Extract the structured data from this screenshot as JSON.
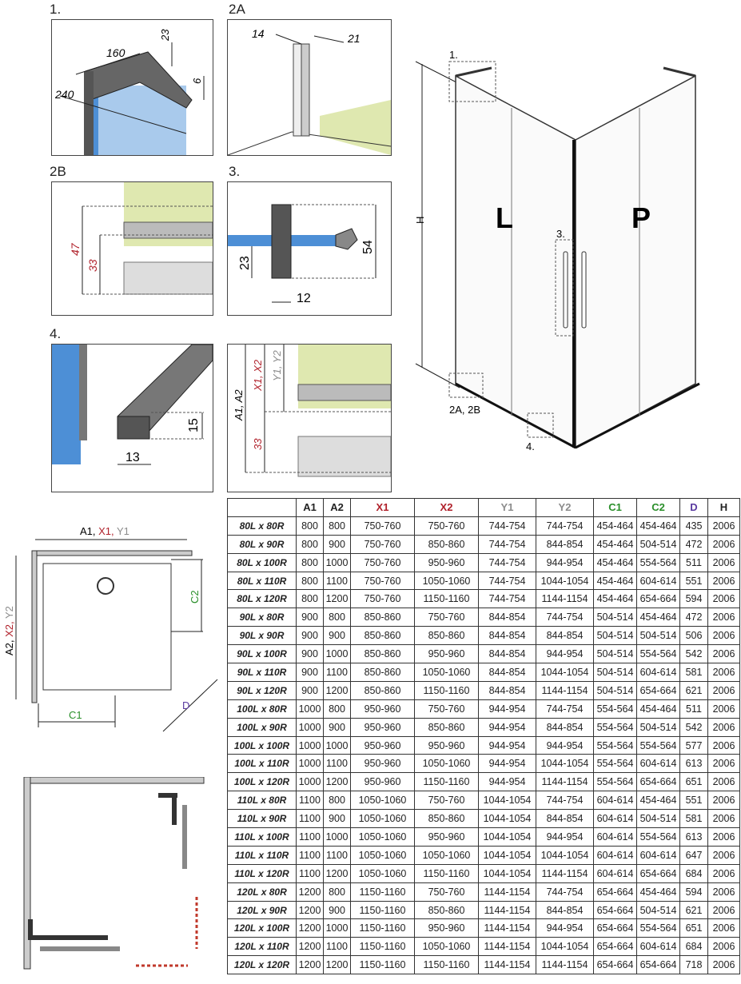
{
  "details": {
    "d1": {
      "label": "1.",
      "dims": [
        "160",
        "23",
        "240",
        "6"
      ]
    },
    "d2a": {
      "label": "2A",
      "dims": [
        "14",
        "21"
      ]
    },
    "d2b": {
      "label": "2B",
      "dims": [
        "47",
        "33"
      ]
    },
    "d3": {
      "label": "3.",
      "dims": [
        "54",
        "23",
        "12"
      ]
    },
    "d4": {
      "label": "4.",
      "dims": [
        "15",
        "13"
      ]
    },
    "d5": {
      "dims": [
        "A1, A2",
        "X1, X2",
        "Y1, Y2",
        "33"
      ]
    }
  },
  "main": {
    "left_panel": "L",
    "right_panel": "P",
    "height_label": "H",
    "callouts": [
      "1.",
      "2A, 2B",
      "3.",
      "4."
    ]
  },
  "plan": {
    "top": [
      "A1, ",
      "X1, ",
      "Y1"
    ],
    "side": [
      "A2, ",
      "X2, ",
      "Y2"
    ],
    "c1": "C1",
    "c2": "C2",
    "d": "D"
  },
  "table": {
    "headers": [
      "",
      "A1",
      "A2",
      "X1",
      "X2",
      "Y1",
      "Y2",
      "C1",
      "C2",
      "D",
      "H"
    ],
    "rows": [
      [
        "80L x 80R",
        "800",
        "800",
        "750-760",
        "750-760",
        "744-754",
        "744-754",
        "454-464",
        "454-464",
        "435",
        "2006"
      ],
      [
        "80L x 90R",
        "800",
        "900",
        "750-760",
        "850-860",
        "744-754",
        "844-854",
        "454-464",
        "504-514",
        "472",
        "2006"
      ],
      [
        "80L x 100R",
        "800",
        "1000",
        "750-760",
        "950-960",
        "744-754",
        "944-954",
        "454-464",
        "554-564",
        "511",
        "2006"
      ],
      [
        "80L x 110R",
        "800",
        "1100",
        "750-760",
        "1050-1060",
        "744-754",
        "1044-1054",
        "454-464",
        "604-614",
        "551",
        "2006"
      ],
      [
        "80L x 120R",
        "800",
        "1200",
        "750-760",
        "1150-1160",
        "744-754",
        "1144-1154",
        "454-464",
        "654-664",
        "594",
        "2006"
      ],
      [
        "90L x 80R",
        "900",
        "800",
        "850-860",
        "750-760",
        "844-854",
        "744-754",
        "504-514",
        "454-464",
        "472",
        "2006"
      ],
      [
        "90L x 90R",
        "900",
        "900",
        "850-860",
        "850-860",
        "844-854",
        "844-854",
        "504-514",
        "504-514",
        "506",
        "2006"
      ],
      [
        "90L x 100R",
        "900",
        "1000",
        "850-860",
        "950-960",
        "844-854",
        "944-954",
        "504-514",
        "554-564",
        "542",
        "2006"
      ],
      [
        "90L x 110R",
        "900",
        "1100",
        "850-860",
        "1050-1060",
        "844-854",
        "1044-1054",
        "504-514",
        "604-614",
        "581",
        "2006"
      ],
      [
        "90L x 120R",
        "900",
        "1200",
        "850-860",
        "1150-1160",
        "844-854",
        "1144-1154",
        "504-514",
        "654-664",
        "621",
        "2006"
      ],
      [
        "100L x 80R",
        "1000",
        "800",
        "950-960",
        "750-760",
        "944-954",
        "744-754",
        "554-564",
        "454-464",
        "511",
        "2006"
      ],
      [
        "100L x 90R",
        "1000",
        "900",
        "950-960",
        "850-860",
        "944-954",
        "844-854",
        "554-564",
        "504-514",
        "542",
        "2006"
      ],
      [
        "100L x 100R",
        "1000",
        "1000",
        "950-960",
        "950-960",
        "944-954",
        "944-954",
        "554-564",
        "554-564",
        "577",
        "2006"
      ],
      [
        "100L x 110R",
        "1000",
        "1100",
        "950-960",
        "1050-1060",
        "944-954",
        "1044-1054",
        "554-564",
        "604-614",
        "613",
        "2006"
      ],
      [
        "100L x 120R",
        "1000",
        "1200",
        "950-960",
        "1150-1160",
        "944-954",
        "1144-1154",
        "554-564",
        "654-664",
        "651",
        "2006"
      ],
      [
        "110L x 80R",
        "1100",
        "800",
        "1050-1060",
        "750-760",
        "1044-1054",
        "744-754",
        "604-614",
        "454-464",
        "551",
        "2006"
      ],
      [
        "110L x 90R",
        "1100",
        "900",
        "1050-1060",
        "850-860",
        "1044-1054",
        "844-854",
        "604-614",
        "504-514",
        "581",
        "2006"
      ],
      [
        "110L x 100R",
        "1100",
        "1000",
        "1050-1060",
        "950-960",
        "1044-1054",
        "944-954",
        "604-614",
        "554-564",
        "613",
        "2006"
      ],
      [
        "110L x 110R",
        "1100",
        "1100",
        "1050-1060",
        "1050-1060",
        "1044-1054",
        "1044-1054",
        "604-614",
        "604-614",
        "647",
        "2006"
      ],
      [
        "110L x 120R",
        "1100",
        "1200",
        "1050-1060",
        "1150-1160",
        "1044-1054",
        "1144-1154",
        "604-614",
        "654-664",
        "684",
        "2006"
      ],
      [
        "120L x 80R",
        "1200",
        "800",
        "1150-1160",
        "750-760",
        "1144-1154",
        "744-754",
        "654-664",
        "454-464",
        "594",
        "2006"
      ],
      [
        "120L x 90R",
        "1200",
        "900",
        "1150-1160",
        "850-860",
        "1144-1154",
        "844-854",
        "654-664",
        "504-514",
        "621",
        "2006"
      ],
      [
        "120L x 100R",
        "1200",
        "1000",
        "1150-1160",
        "950-960",
        "1144-1154",
        "944-954",
        "654-664",
        "554-564",
        "651",
        "2006"
      ],
      [
        "120L x 110R",
        "1200",
        "1100",
        "1150-1160",
        "1050-1060",
        "1144-1154",
        "1044-1054",
        "654-664",
        "604-614",
        "684",
        "2006"
      ],
      [
        "120L x 120R",
        "1200",
        "1200",
        "1150-1160",
        "1150-1160",
        "1144-1154",
        "1144-1154",
        "654-664",
        "654-664",
        "718",
        "2006"
      ]
    ]
  },
  "colors": {
    "x": "#b0202a",
    "y": "#8c8c8c",
    "c": "#2a8f2a",
    "d": "#5a3aa0",
    "glass": "#4d8fd6",
    "wall": "#dfe8b0"
  }
}
